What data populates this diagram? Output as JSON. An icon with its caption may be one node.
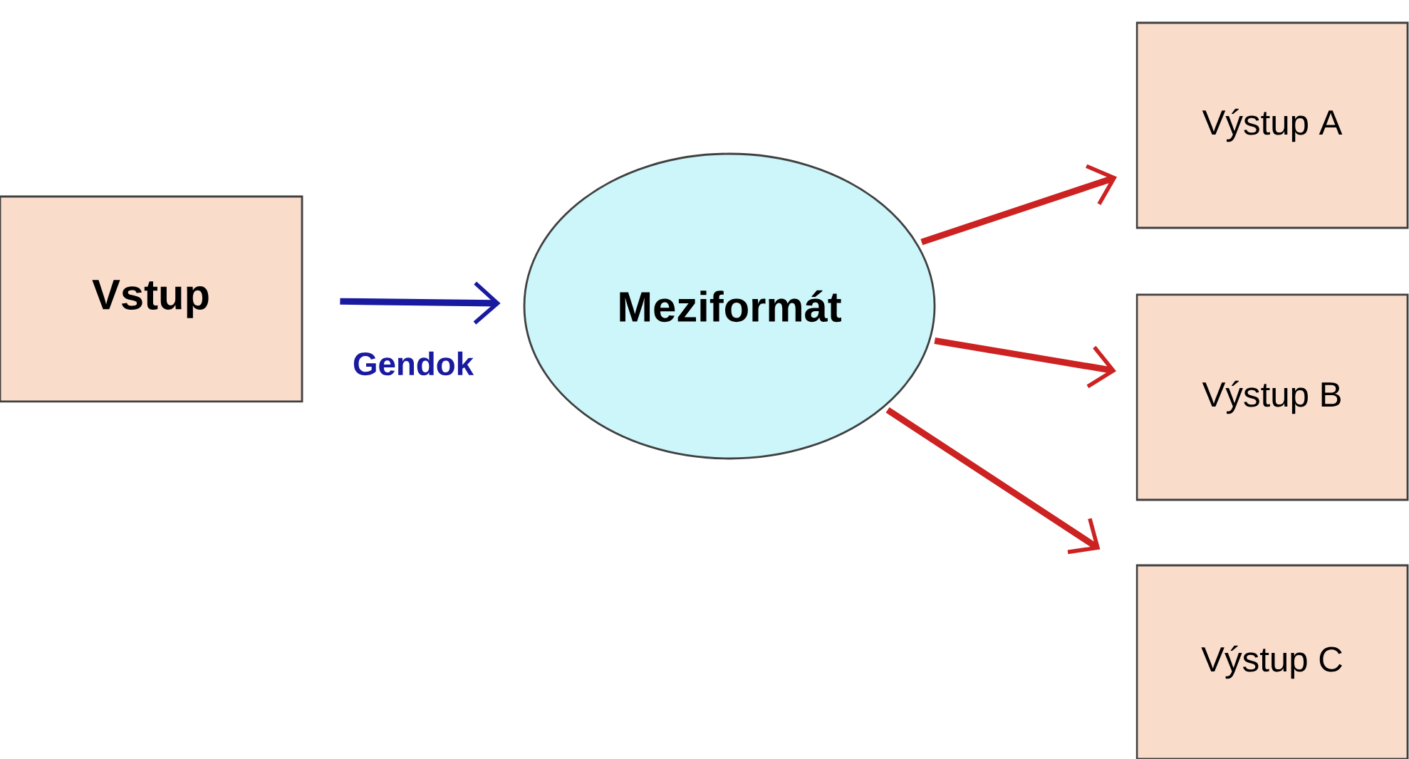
{
  "diagram": {
    "nodes": [
      {
        "text": [
          "Vstup"
        ]
      },
      {
        "text": [
          "Meziformát"
        ]
      },
      {
        "text": [
          "Výstup A"
        ]
      },
      {
        "text": [
          "Výstup B"
        ]
      },
      {
        "text": [
          "Výstup C"
        ]
      }
    ],
    "edges": [
      {
        "from": 0,
        "to": 1,
        "arrow": "to",
        "label": "Gendok",
        "color": "#1a1aa0"
      },
      {
        "from": 1,
        "to": 2,
        "arrow": "to"
      },
      {
        "from": 1,
        "to": 3,
        "arrow": "to"
      },
      {
        "from": 1,
        "to": 4,
        "arrow": "to"
      }
    ]
  }
}
